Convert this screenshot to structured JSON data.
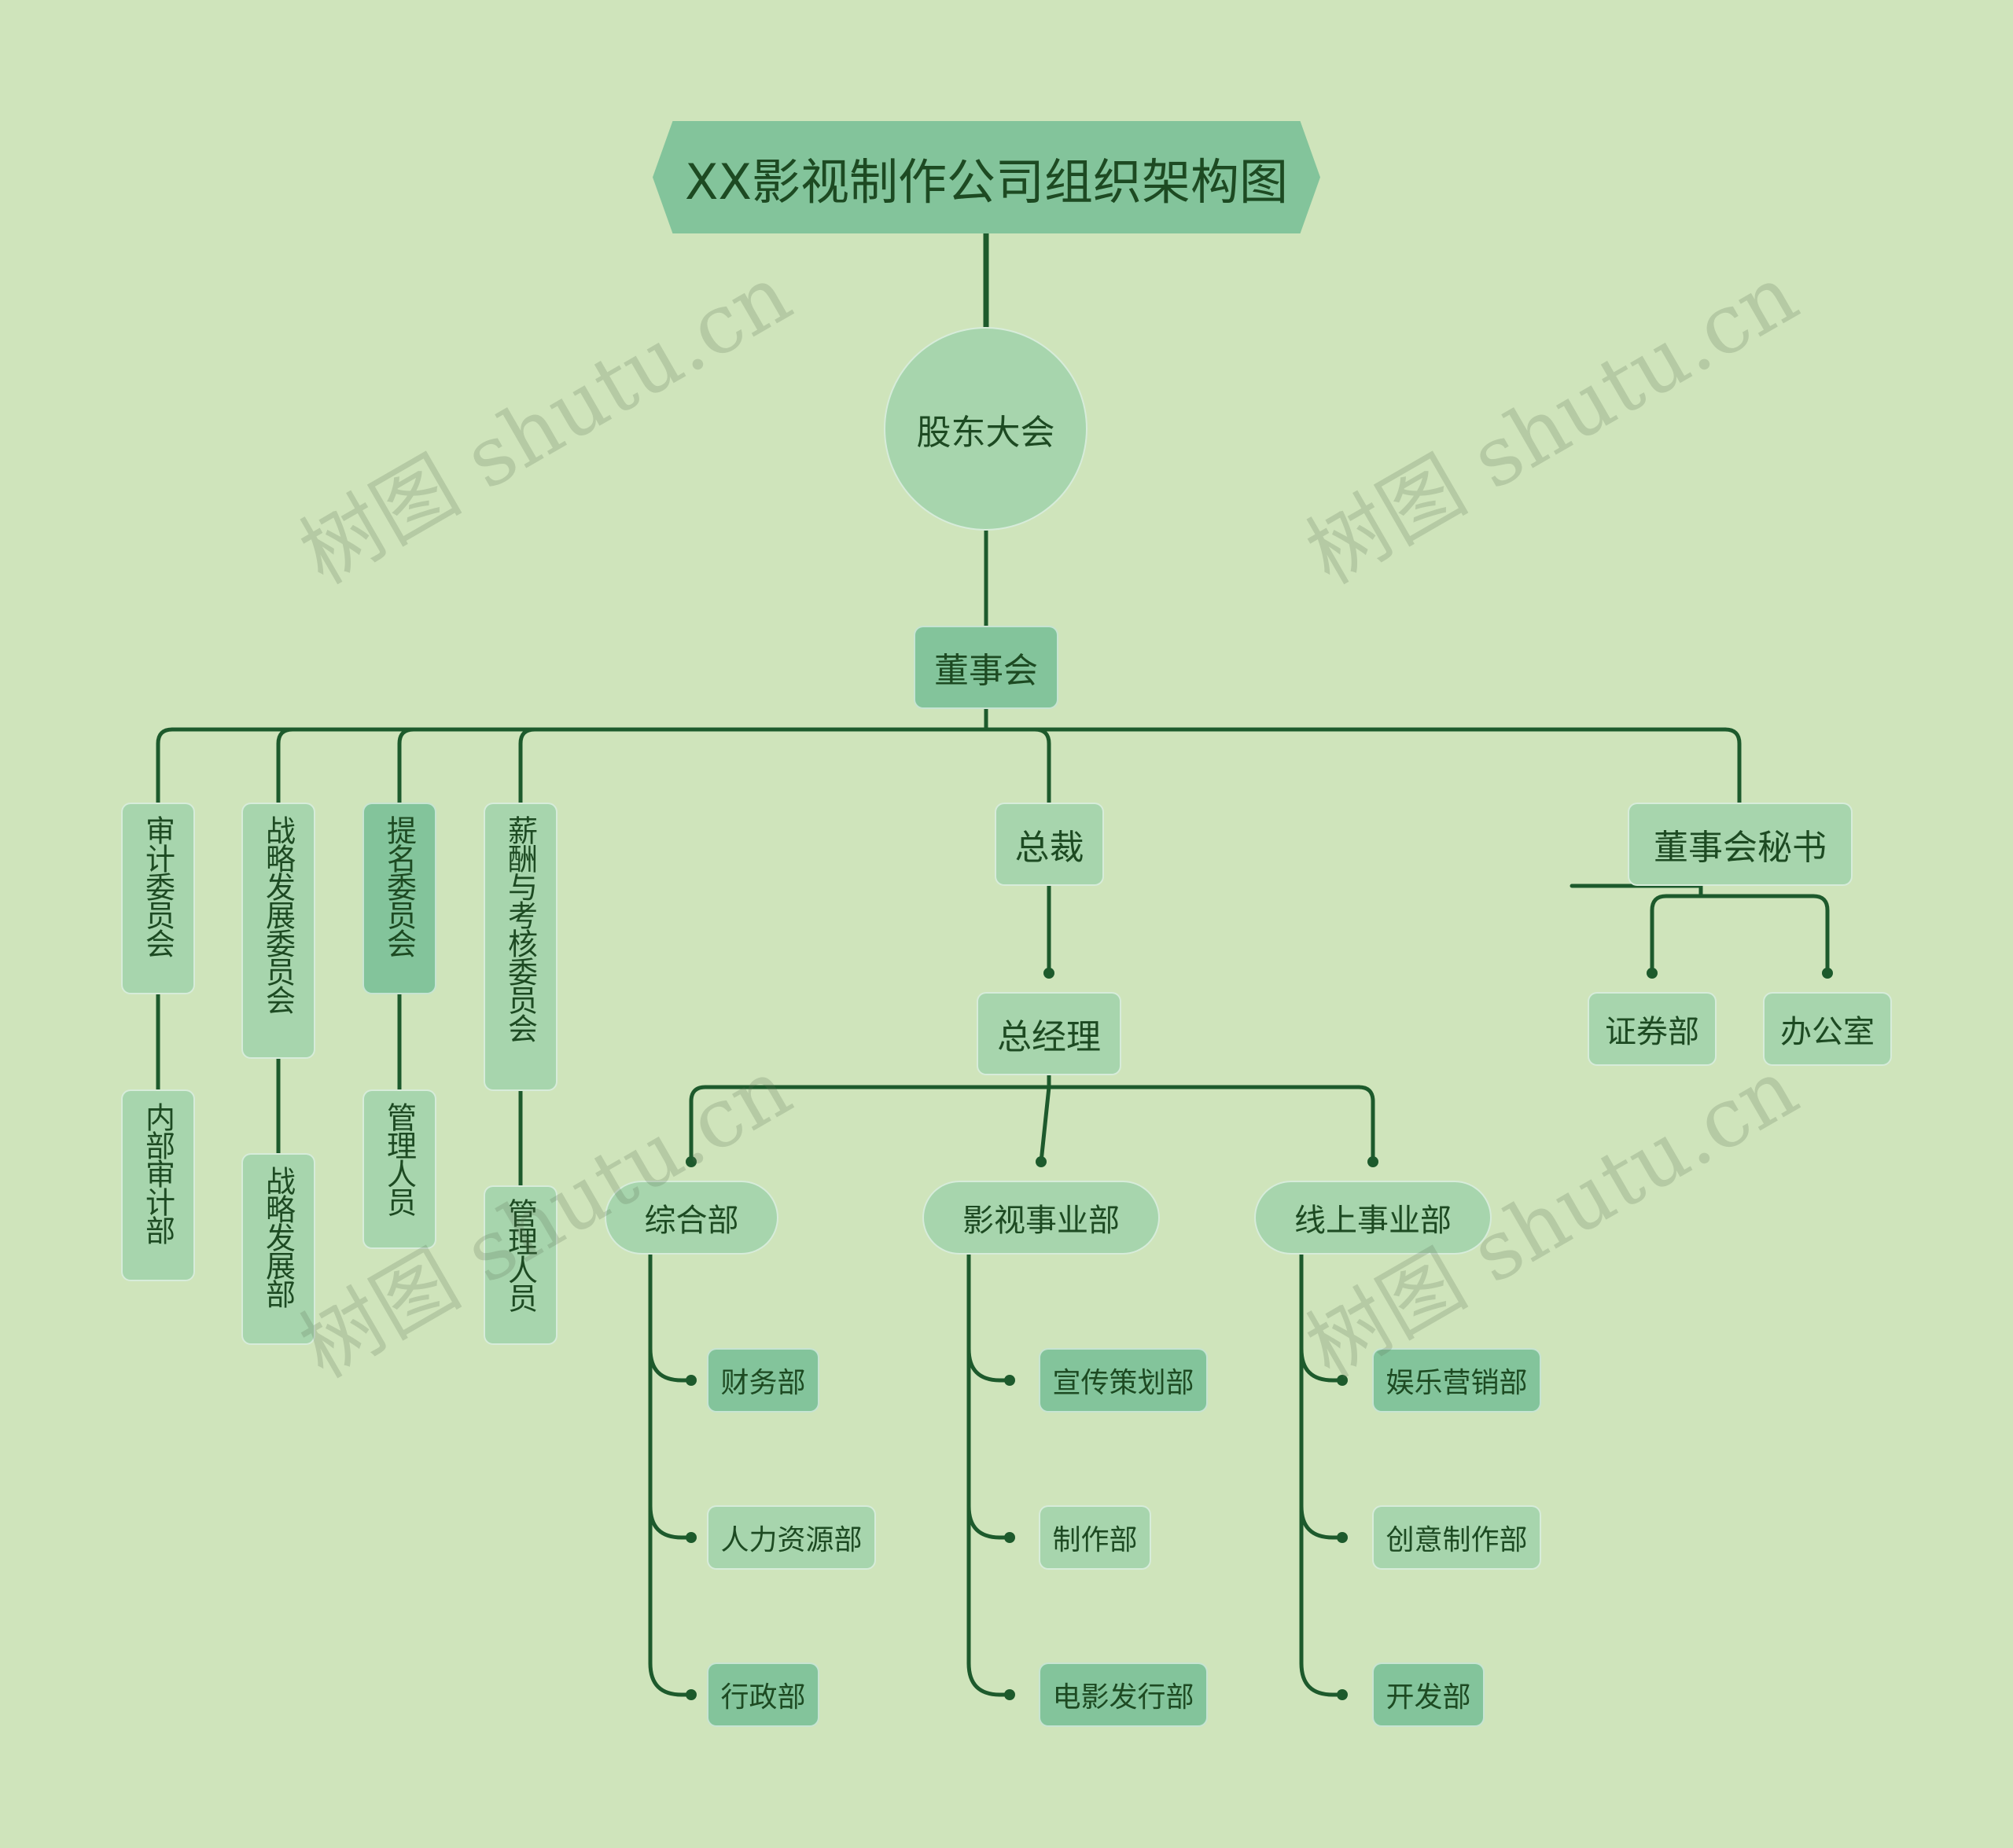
{
  "title": "XX影视制作公司组织架构图",
  "watermark": "树图 shutu.cn",
  "colors": {
    "background": "#cfe4bb",
    "line": "#1d5a2c",
    "node_dark": "#83c49b",
    "node_light": "#a7d5ad",
    "text": "#1d4a22"
  },
  "nodes": {
    "shareholders": "股东大会",
    "board": "董事会",
    "audit_committee": "审计委员会",
    "internal_audit": "内部审计部",
    "strategy_committee": "战略发展委员会",
    "strategy_dept": "战略发展部",
    "nomination_committee": "提名委员会",
    "nomination_staff": "管理人员",
    "compensation_committee": "薪酬与考核委员会",
    "compensation_staff": "管理人员",
    "president": "总裁",
    "general_manager": "总经理",
    "board_secretary": "董事会秘书",
    "securities_dept": "证券部",
    "office": "办公室",
    "general_dept": "综合部",
    "finance_dept": "财务部",
    "hr_dept": "人力资源部",
    "admin_dept": "行政部",
    "film_division": "影视事业部",
    "promotion_dept": "宣传策划部",
    "production_dept": "制作部",
    "distribution_dept": "电影发行部",
    "online_division": "线上事业部",
    "marketing_dept": "娱乐营销部",
    "creative_dept": "创意制作部",
    "development_dept": "开发部"
  }
}
